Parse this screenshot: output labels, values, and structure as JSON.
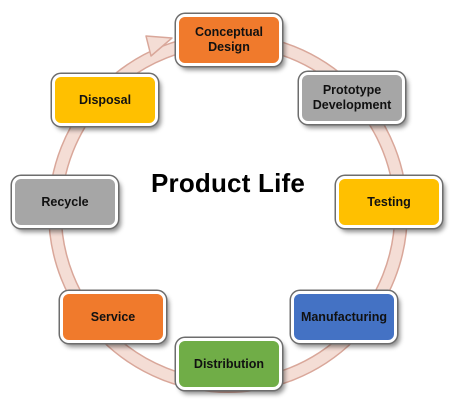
{
  "diagram": {
    "center_title": "Product Life",
    "stages": [
      {
        "id": "conceptual-design",
        "label": "Conceptual\nDesign",
        "color": "#f07a2c"
      },
      {
        "id": "prototype-development",
        "label": "Prototype\nDevelopment",
        "color": "#a6a6a6"
      },
      {
        "id": "testing",
        "label": "Testing",
        "color": "#ffc000"
      },
      {
        "id": "manufacturing",
        "label": "Manufacturing",
        "color": "#4472c4"
      },
      {
        "id": "distribution",
        "label": "Distribution",
        "color": "#70ad47"
      },
      {
        "id": "service",
        "label": "Service",
        "color": "#f07a2c"
      },
      {
        "id": "recycle",
        "label": "Recycle",
        "color": "#a6a6a6"
      },
      {
        "id": "disposal",
        "label": "Disposal",
        "color": "#ffc000"
      }
    ],
    "ring_color": "#f4ddd5",
    "ring_outline": "#d9a79a"
  }
}
